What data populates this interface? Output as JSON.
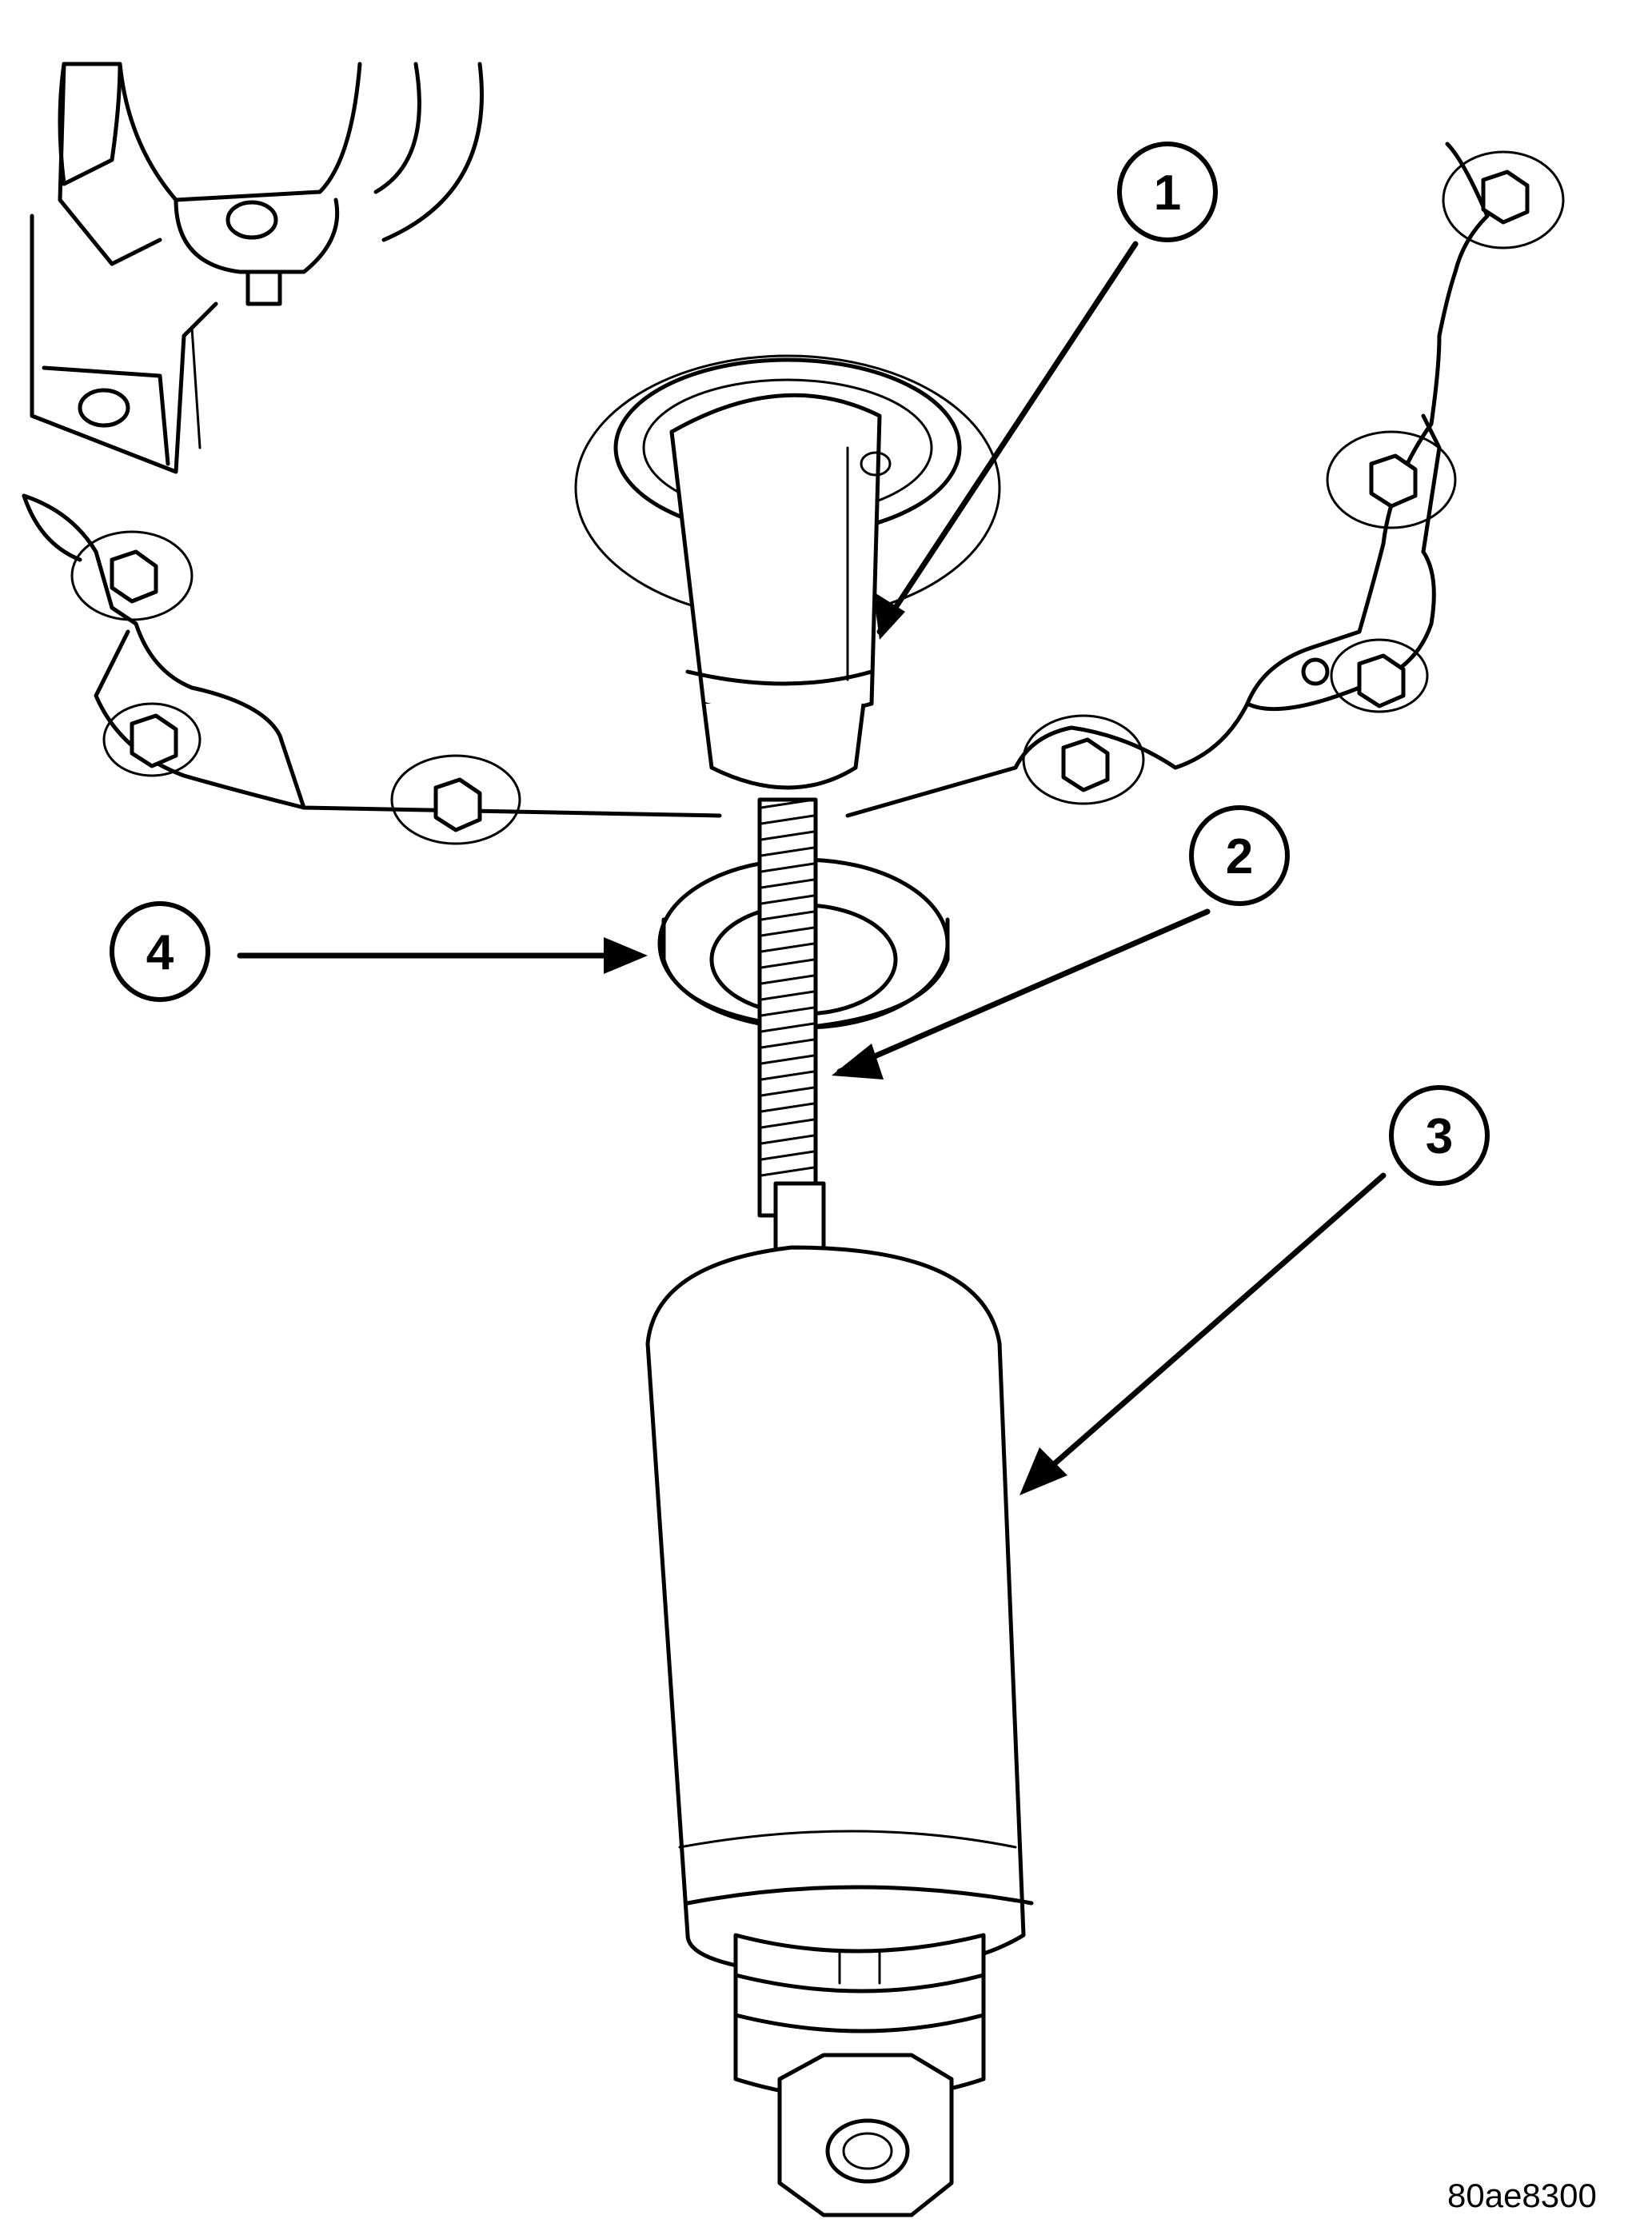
{
  "callouts": [
    {
      "number": "1",
      "target": "remover tool"
    },
    {
      "number": "2",
      "target": "threaded rod"
    },
    {
      "number": "3",
      "target": "cylinder"
    },
    {
      "number": "4",
      "target": "washer"
    }
  ],
  "figure_id": "80ae8300",
  "colors": {
    "ink": "#000000",
    "paper": "#ffffff"
  }
}
